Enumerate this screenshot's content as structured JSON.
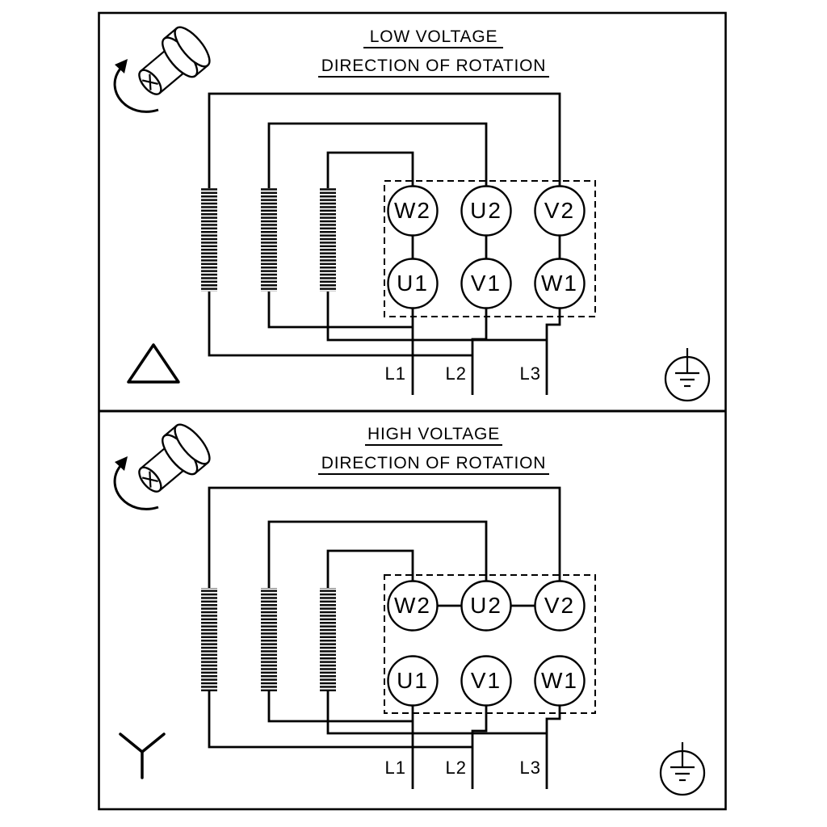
{
  "diagram": {
    "type": "motor-terminal-wiring-diagram",
    "background_color": "#ffffff",
    "line_color": "#000000",
    "icons": {
      "rotation": "rotation-shaft-icon",
      "ground": "earth-ground-icon",
      "delta": "delta-symbol",
      "star": "star-symbol"
    },
    "panels": [
      {
        "title": "LOW VOLTAGE",
        "subtitle": "DIRECTION OF ROTATION",
        "connection": "delta",
        "terminals_top": [
          "W2",
          "U2",
          "V2"
        ],
        "terminals_bottom": [
          "U1",
          "V1",
          "W1"
        ],
        "supply_lines": [
          "L1",
          "L2",
          "L3"
        ]
      },
      {
        "title": "HIGH VOLTAGE",
        "subtitle": "DIRECTION OF ROTATION",
        "connection": "star",
        "terminals_top": [
          "W2",
          "U2",
          "V2"
        ],
        "terminals_bottom": [
          "U1",
          "V1",
          "W1"
        ],
        "supply_lines": [
          "L1",
          "L2",
          "L3"
        ]
      }
    ]
  }
}
